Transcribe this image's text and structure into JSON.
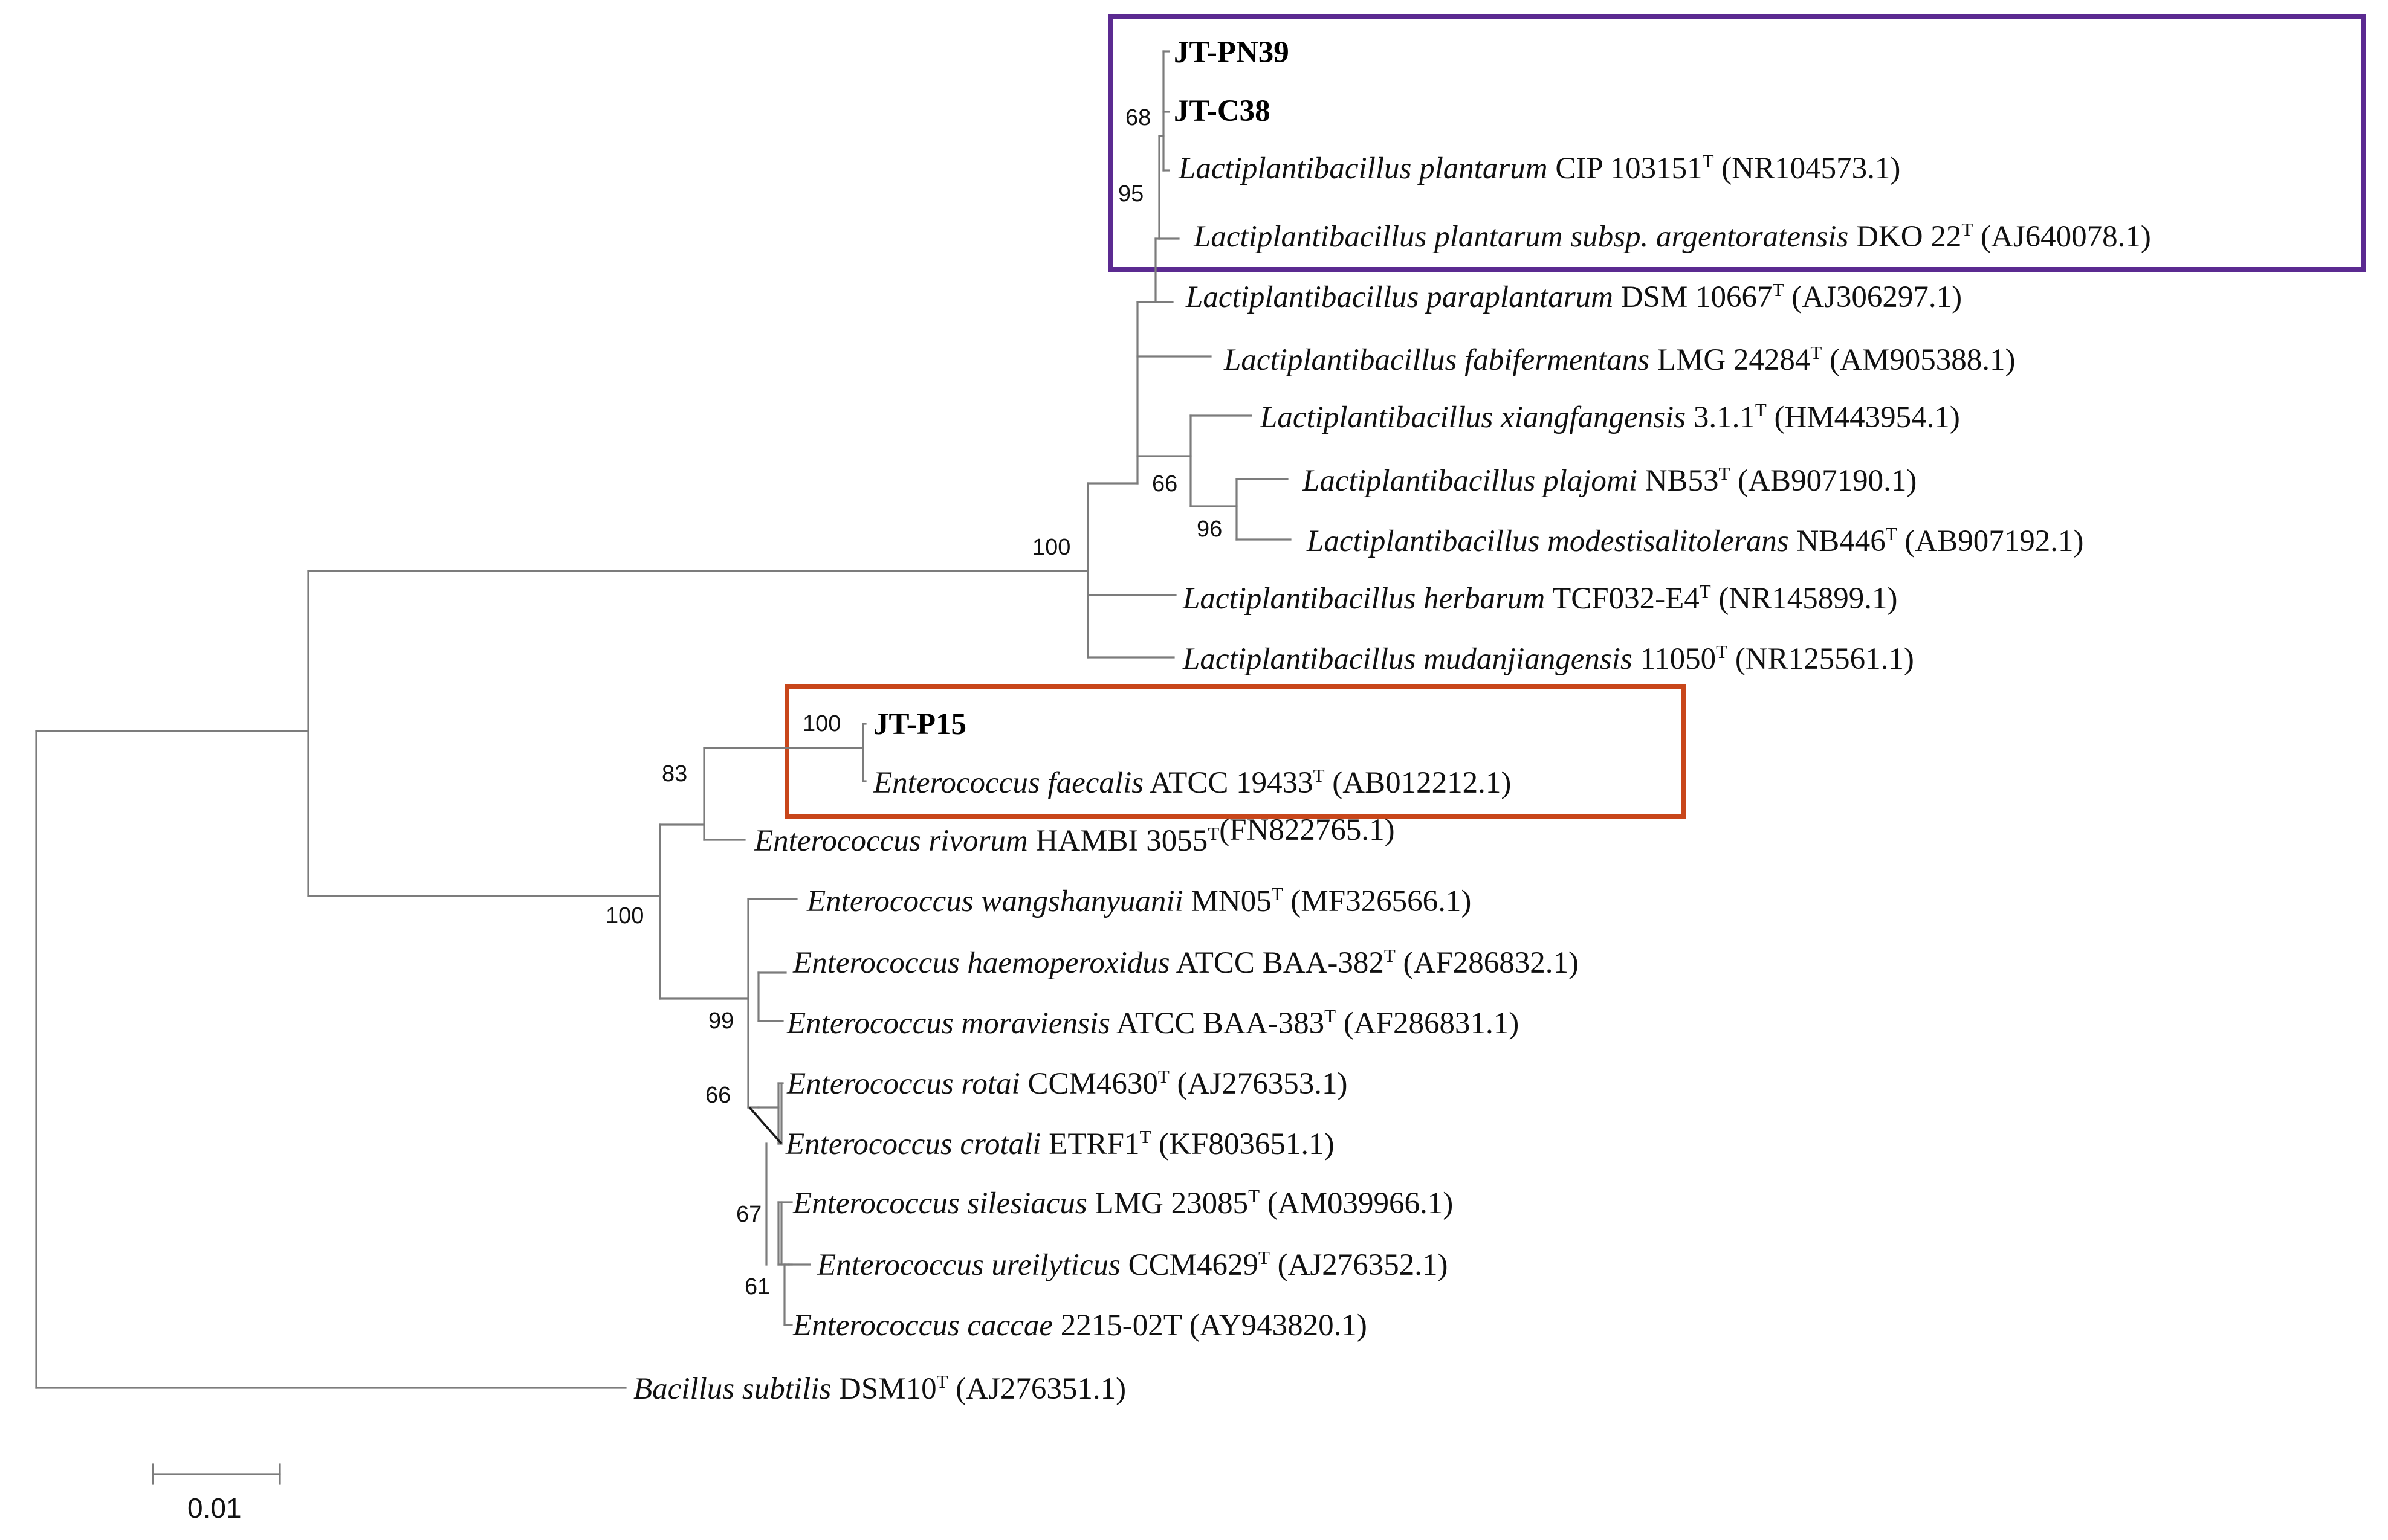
{
  "colors": {
    "group_lactiplantibacillus_box": "#5b2a91",
    "group_enterococcus_box": "#c8461a",
    "branch": "#7c7c7c"
  },
  "scale_bar": {
    "label": "0.01"
  },
  "leaves": [
    {
      "id": "jtpn39",
      "name": "JT-PN39",
      "bold": true
    },
    {
      "id": "jtc38",
      "name": "JT-C38",
      "bold": true
    },
    {
      "id": "lpl",
      "species": "Lactiplantibacillus plantarum",
      "strain": "CIP 103151",
      "type_mark": "T",
      "accession": "(NR104573.1)"
    },
    {
      "id": "lpla",
      "species": "Lactiplantibacillus plantarum subsp. argentoratensis",
      "strain": "DKO 22",
      "type_mark": "T",
      "accession": "(AJ640078.1)"
    },
    {
      "id": "lpara",
      "species": "Lactiplantibacillus paraplantarum",
      "strain": "DSM 10667",
      "type_mark": "T",
      "accession": "(AJ306297.1)"
    },
    {
      "id": "lfab",
      "species": "Lactiplantibacillus fabifermentans",
      "strain": "LMG 24284",
      "type_mark": "T",
      "accession": "(AM905388.1)"
    },
    {
      "id": "lxia",
      "species": "Lactiplantibacillus xiangfangensis",
      "strain": "3.1.1",
      "type_mark": "T",
      "accession": "(HM443954.1)"
    },
    {
      "id": "lpla2",
      "species": "Lactiplantibacillus plajomi",
      "strain": "NB53",
      "type_mark": "T",
      "accession": "(AB907190.1)"
    },
    {
      "id": "lmod",
      "species": "Lactiplantibacillus modestisalitolerans",
      "strain": "NB446",
      "type_mark": "T",
      "accession": "(AB907192.1)"
    },
    {
      "id": "lher",
      "species": "Lactiplantibacillus herbarum",
      "strain": "TCF032-E4",
      "type_mark": "T",
      "accession": "(NR145899.1)"
    },
    {
      "id": "lmud",
      "species": "Lactiplantibacillus mudanjiangensis",
      "strain": "11050",
      "type_mark": "T",
      "accession": "(NR125561.1)"
    },
    {
      "id": "jtp15",
      "name": "JT-P15",
      "bold": true
    },
    {
      "id": "efae",
      "species": "Enterococcus faecalis",
      "strain": "ATCC 19433",
      "type_mark": "T",
      "accession": "(AB012212.1)"
    },
    {
      "id": "eriv",
      "species": "Enterococcus rivorum",
      "strain": "HAMBI 3055",
      "type_mark": "T",
      "accession": "(FN822765.1)"
    },
    {
      "id": "ewan",
      "species": "Enterococcus wangshanyuanii",
      "strain": "MN05",
      "type_mark": "T",
      "accession": "(MF326566.1)"
    },
    {
      "id": "ehae",
      "species": "Enterococcus haemoperoxidus",
      "strain": "ATCC BAA-382",
      "type_mark": "T",
      "accession": "(AF286832.1)"
    },
    {
      "id": "emor",
      "species": "Enterococcus moraviensis",
      "strain": "ATCC BAA-383",
      "type_mark": "T",
      "accession": "(AF286831.1)"
    },
    {
      "id": "erot",
      "species": "Enterococcus rotai",
      "strain": "CCM4630",
      "type_mark": "T",
      "accession": "(AJ276353.1)"
    },
    {
      "id": "ecro",
      "species": "Enterococcus crotali",
      "strain": "ETRF1",
      "type_mark": "T",
      "accession": "(KF803651.1)"
    },
    {
      "id": "esil",
      "species": "Enterococcus silesiacus",
      "strain": "LMG 23085",
      "type_mark": "T",
      "accession": "(AM039966.1)"
    },
    {
      "id": "eure",
      "species": "Enterococcus ureilyticus",
      "strain": "CCM4629",
      "type_mark": "T",
      "accession": "(AJ276352.1)"
    },
    {
      "id": "ecac",
      "species": "Enterococcus caccae",
      "strain": "2215-02T",
      "type_mark": "",
      "accession": "(AY943820.1)"
    },
    {
      "id": "bsub",
      "species": "Bacillus subtilis",
      "strain": "DSM10",
      "type_mark": "T",
      "accession": "(AJ276351.1)"
    }
  ],
  "bootstrap": [
    "68",
    "95",
    "66",
    "96",
    "100",
    "100",
    "83",
    "100",
    "99",
    "66",
    "67",
    "61"
  ]
}
